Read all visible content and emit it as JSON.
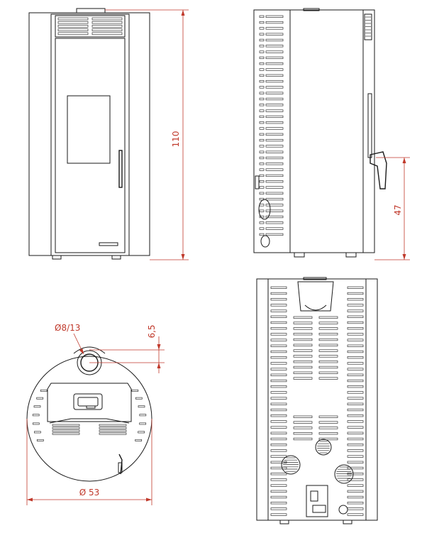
{
  "dimensions": {
    "front_height": "110",
    "handle_height": "47",
    "flue_diameter": "Ø8/13",
    "flue_offset": "6,5",
    "body_diameter": "Ø 53"
  },
  "colors": {
    "line": "#1a1a1a",
    "dimension": "#c0392b"
  }
}
